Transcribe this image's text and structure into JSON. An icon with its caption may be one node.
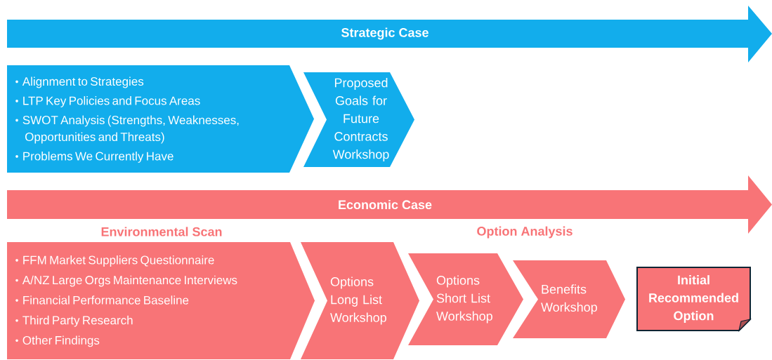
{
  "diagram": {
    "nodes": [
      {
        "text": [
          "Strategic Case"
        ]
      },
      {
        "text": [
          "Alignment to Strategies",
          "LTP Key Policies and Focus Areas",
          "SWOT Analysis (Strengths, Weaknesses, Opportunities and Threats)",
          "Problems We Currently Have"
        ]
      },
      {
        "text": [
          "Proposed Goals for Future Contracts Workshop"
        ]
      },
      {
        "text": [
          "Economic Case"
        ]
      },
      {
        "text": [
          "Environmental Scan",
          "FFM Market Suppliers Questionnaire",
          "A/NZ Large Orgs Maintenance Interviews",
          "Financial Performance Baseline",
          "Third Party Research",
          "Other Findings"
        ]
      },
      {
        "text": [
          "Options Long List Workshop"
        ]
      },
      {
        "text": [
          "Options Short List Workshop"
        ]
      },
      {
        "text": [
          "Benefits Workshop"
        ]
      },
      {
        "text": [
          "Initial Recommended Option"
        ]
      }
    ],
    "labels": [
      "Option Analysis"
    ]
  }
}
